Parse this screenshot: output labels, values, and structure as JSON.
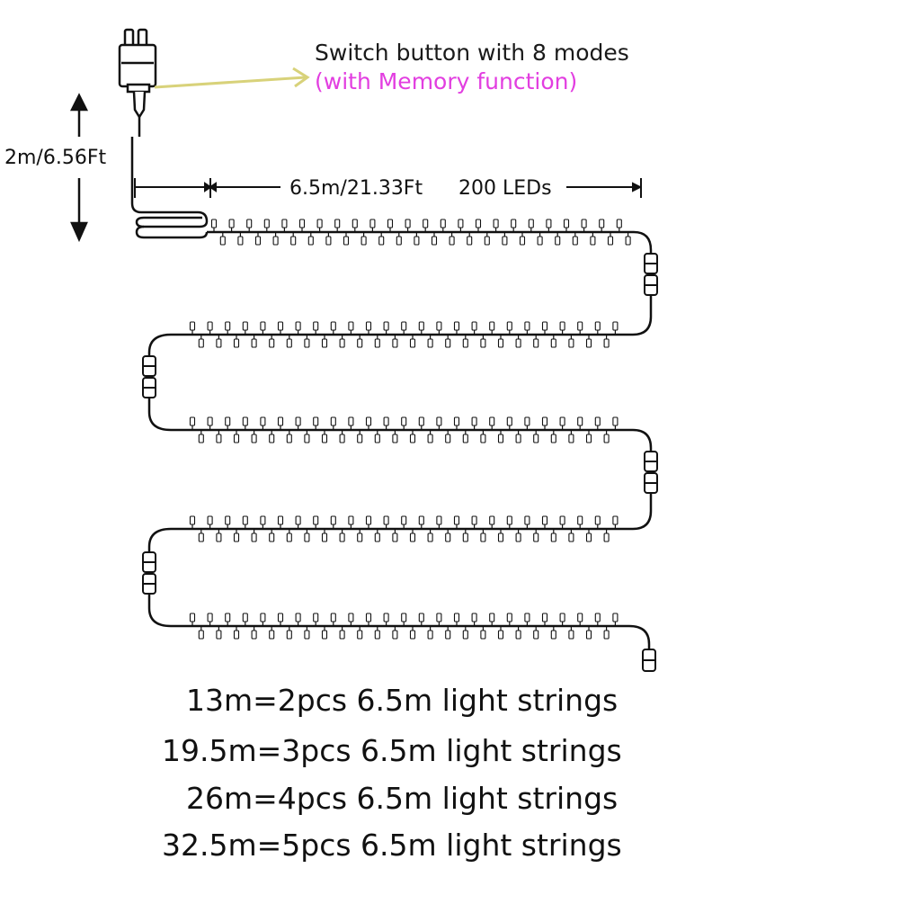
{
  "callout": {
    "title": "Switch button with 8 modes",
    "subtitle": "(with Memory function)"
  },
  "dimensions": {
    "lead_cable": "2m/6.56Ft",
    "string_length": "6.5m/21.33Ft",
    "led_count": "200 LEDs"
  },
  "lengths": [
    "13m=2pcs 6.5m light strings",
    "19.5m=3pcs 6.5m light strings",
    "26m=4pcs 6.5m light strings",
    "32.5m=5pcs 6.5m light strings"
  ],
  "colors": {
    "line": "#111111",
    "subtitle": "#e23ee0",
    "pointer": "#d8d27a"
  }
}
